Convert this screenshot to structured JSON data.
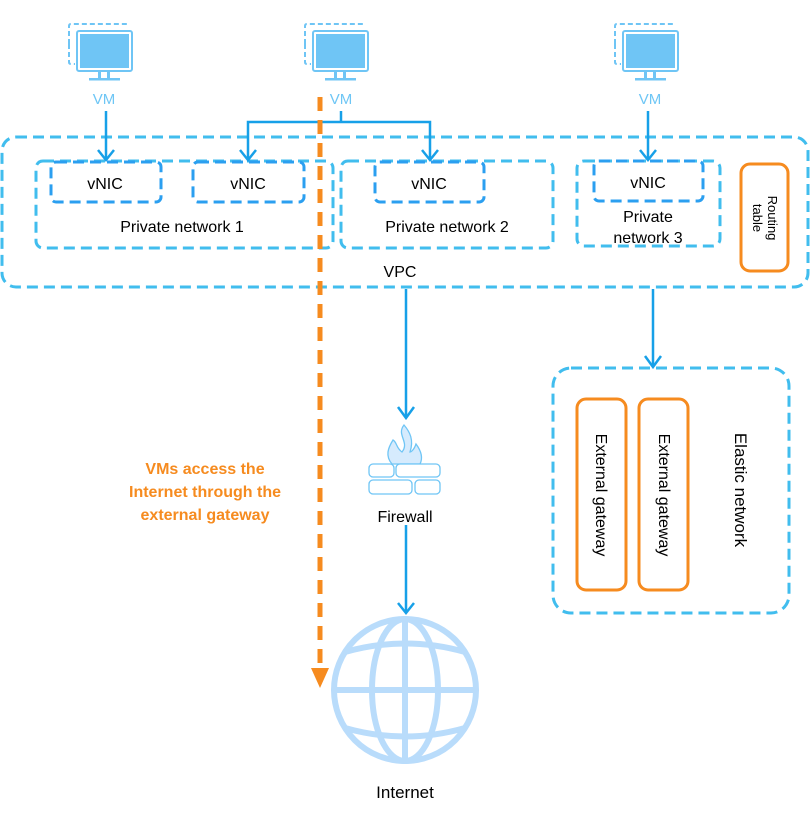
{
  "colors": {
    "container_dash": "#41bdee",
    "vnic_dash": "#2b9ff0",
    "arrow": "#17a0e8",
    "orange": "#f68b1f",
    "icon_fill": "#6fc5f5",
    "globe": "#b9dcfb"
  },
  "vms": [
    {
      "label": "VM",
      "icon": "monitor-icon"
    },
    {
      "label": "VM",
      "icon": "monitor-icon"
    },
    {
      "label": "VM",
      "icon": "monitor-icon"
    }
  ],
  "vpc": {
    "label": "VPC",
    "private_networks": [
      {
        "label": "Private network 1",
        "vnics": [
          "vNIC",
          "vNIC"
        ]
      },
      {
        "label": "Private network 2",
        "vnics": [
          "vNIC"
        ]
      },
      {
        "label_line1": "Private",
        "label_line2": "network 3",
        "vnics": [
          "vNIC"
        ]
      }
    ],
    "routing_table": {
      "line1": "Routing",
      "line2": "table"
    }
  },
  "firewall": {
    "label": "Firewall",
    "icon": "firewall-icon"
  },
  "internet": {
    "label": "Internet",
    "icon": "globe-icon"
  },
  "elastic_network": {
    "label": "Elastic network",
    "gateways": [
      "External gateway",
      "External gateway"
    ]
  },
  "annotation": {
    "line1": "VMs access the",
    "line2": "Internet through the",
    "line3": "external gateway"
  }
}
